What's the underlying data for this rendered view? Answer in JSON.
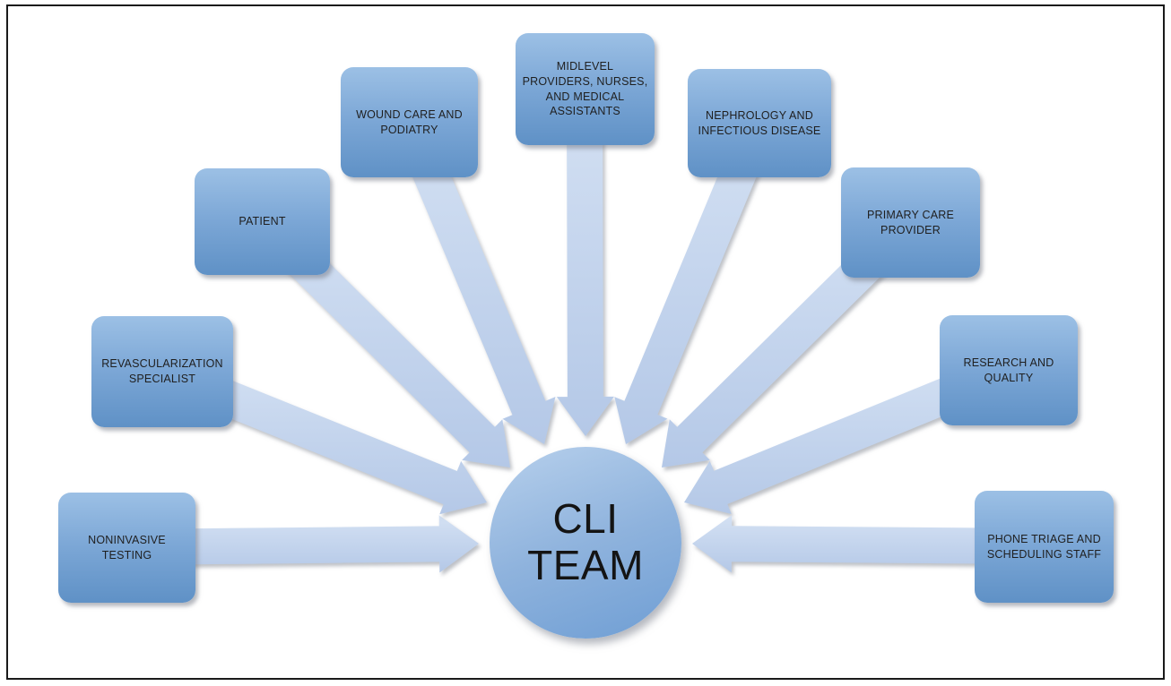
{
  "diagram": {
    "center": {
      "label": "CLI\nTEAM"
    },
    "nodes": [
      {
        "id": "noninvasive-testing",
        "label": "NONINVASIVE\nTESTING"
      },
      {
        "id": "revascularization-specialist",
        "label": "REVASCULARIZATION\nSPECIALIST"
      },
      {
        "id": "patient",
        "label": "PATIENT"
      },
      {
        "id": "wound-care-and-podiatry",
        "label": "WOUND CARE AND\nPODIATRY"
      },
      {
        "id": "midlevel-providers-nurses-medical-assistants",
        "label": "MIDLEVEL\nPROVIDERS, NURSES,\nAND MEDICAL\nASSISTANTS"
      },
      {
        "id": "nephrology-and-infectious-disease",
        "label": "NEPHROLOGY AND\nINFECTIOUS DISEASE"
      },
      {
        "id": "primary-care-provider",
        "label": "PRIMARY CARE\nPROVIDER"
      },
      {
        "id": "research-and-quality",
        "label": "RESEARCH AND\nQUALITY"
      },
      {
        "id": "phone-triage-and-scheduling-staff",
        "label": "PHONE TRIAGE AND\nSCHEDULING STAFF"
      }
    ],
    "colors": {
      "box_gradient_top": "#9cc0e5",
      "box_gradient_bottom": "#5f91c6",
      "arrow_fill_top": "#d4e1f3",
      "arrow_fill_bottom": "#b4c8e7",
      "hub_gradient_top": "#b7d0ec",
      "hub_gradient_bottom": "#6f9ed4",
      "label_text": "#1f1f1f",
      "frame_border": "#1a1a1a"
    }
  }
}
